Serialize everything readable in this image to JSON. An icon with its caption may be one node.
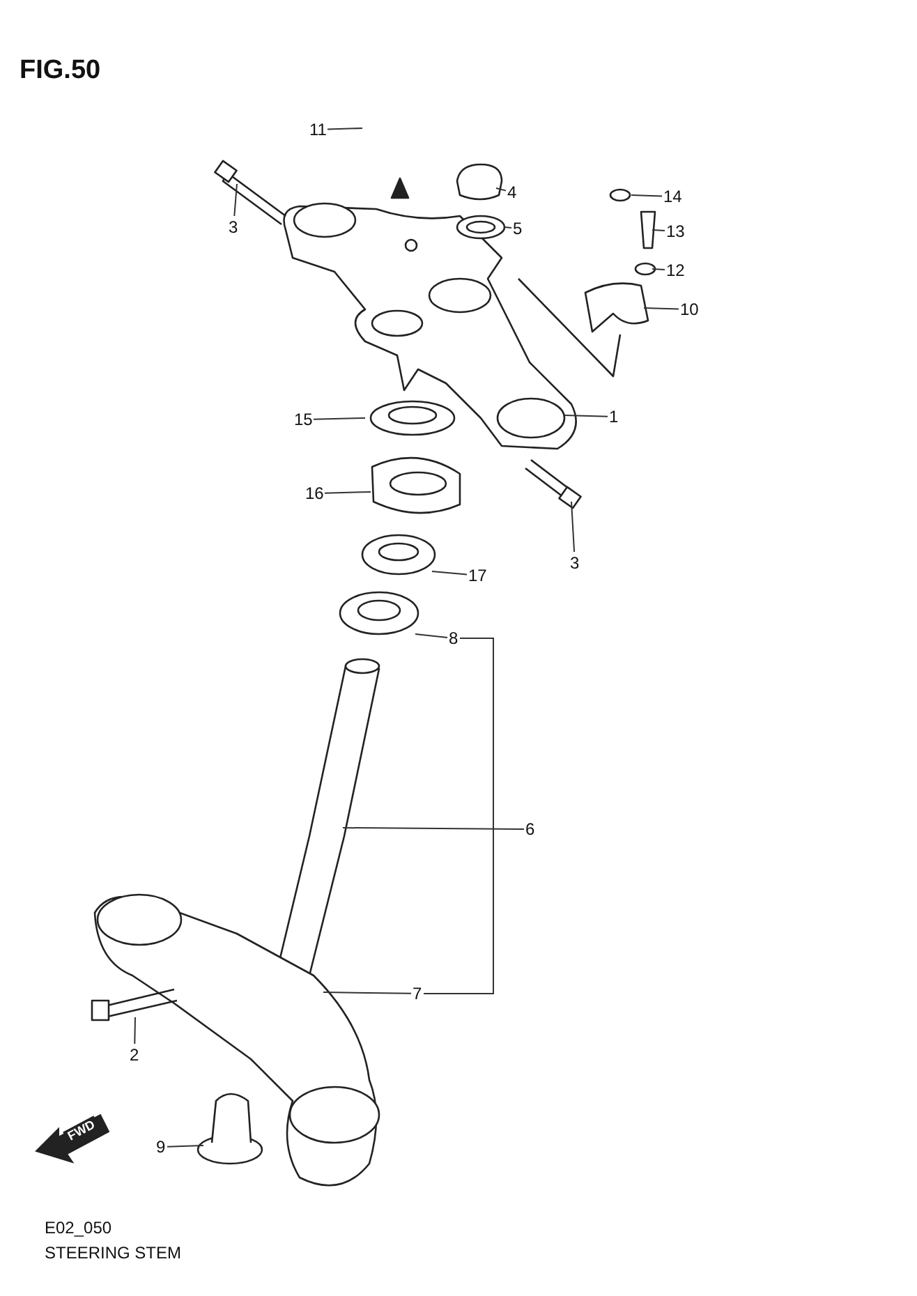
{
  "diagram": {
    "title": "FIG.50",
    "caption": "STEERING STEM",
    "nodes": [
      {
        "text": [
          "11"
        ]
      },
      {
        "text": [
          "3"
        ]
      },
      {
        "text": [
          "4"
        ]
      },
      {
        "text": [
          "14"
        ]
      },
      {
        "text": [
          "5"
        ]
      },
      {
        "text": [
          "13"
        ]
      },
      {
        "text": [
          "12"
        ]
      },
      {
        "text": [
          "10"
        ]
      },
      {
        "text": [
          "1"
        ]
      },
      {
        "text": [
          "15"
        ]
      },
      {
        "text": [
          "16"
        ]
      },
      {
        "text": [
          "3"
        ]
      },
      {
        "text": [
          "17"
        ]
      },
      {
        "text": [
          "8"
        ]
      },
      {
        "text": [
          "6"
        ]
      },
      {
        "text": [
          "7"
        ]
      },
      {
        "text": [
          "2"
        ]
      },
      {
        "text": [
          "9"
        ]
      }
    ],
    "edges": [
      {
        "from": 0,
        "to": null,
        "arrow": "none"
      },
      {
        "from": 1,
        "to": null,
        "arrow": "none"
      },
      {
        "from": 2,
        "to": null,
        "arrow": "none"
      },
      {
        "from": 3,
        "to": null,
        "arrow": "none"
      },
      {
        "from": 4,
        "to": null,
        "arrow": "none"
      },
      {
        "from": 5,
        "to": null,
        "arrow": "none"
      },
      {
        "from": 6,
        "to": null,
        "arrow": "none"
      },
      {
        "from": 7,
        "to": null,
        "arrow": "none"
      },
      {
        "from": 8,
        "to": null,
        "arrow": "none"
      },
      {
        "from": 9,
        "to": null,
        "arrow": "none"
      },
      {
        "from": 10,
        "to": null,
        "arrow": "none"
      },
      {
        "from": 11,
        "to": null,
        "arrow": "none"
      },
      {
        "from": 12,
        "to": null,
        "arrow": "none"
      },
      {
        "from": 13,
        "to": null,
        "arrow": "none"
      },
      {
        "from": 14,
        "to": null,
        "arrow": "none"
      },
      {
        "from": 15,
        "to": null,
        "arrow": "none"
      },
      {
        "from": 16,
        "to": null,
        "arrow": "none"
      },
      {
        "from": 17,
        "to": null,
        "arrow": "none"
      },
      {
        "from": 13,
        "to": 15,
        "arrow": "none"
      }
    ],
    "labels": [
      "FWD",
      "E02_050"
    ]
  }
}
